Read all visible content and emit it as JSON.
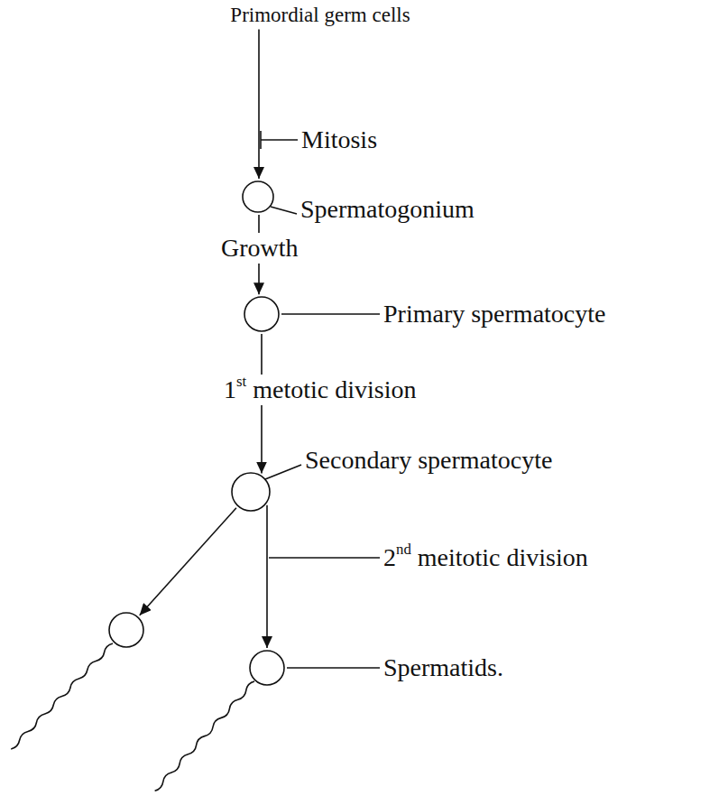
{
  "diagram": {
    "nodes": [
      {
        "text": [
          "Primordial germ cells"
        ]
      },
      {
        "text": [
          "Spermatogonium"
        ]
      },
      {
        "text": [
          "Primary spermatocyte"
        ]
      },
      {
        "text": [
          "Secondary spermatocyte"
        ]
      },
      {
        "text": []
      },
      {
        "text": [
          "Spermatids."
        ]
      }
    ],
    "edges": [
      {
        "from": 0,
        "to": 1,
        "arrow": "to",
        "label": "Mitosis"
      },
      {
        "from": 1,
        "to": 2,
        "arrow": "to",
        "label": "Growth"
      },
      {
        "from": 2,
        "to": 3,
        "arrow": "to",
        "label": "1st metotic division"
      },
      {
        "from": 3,
        "to": 4,
        "arrow": "to"
      },
      {
        "from": 3,
        "to": 5,
        "arrow": "to",
        "label": "2nd meitotic division"
      }
    ]
  }
}
